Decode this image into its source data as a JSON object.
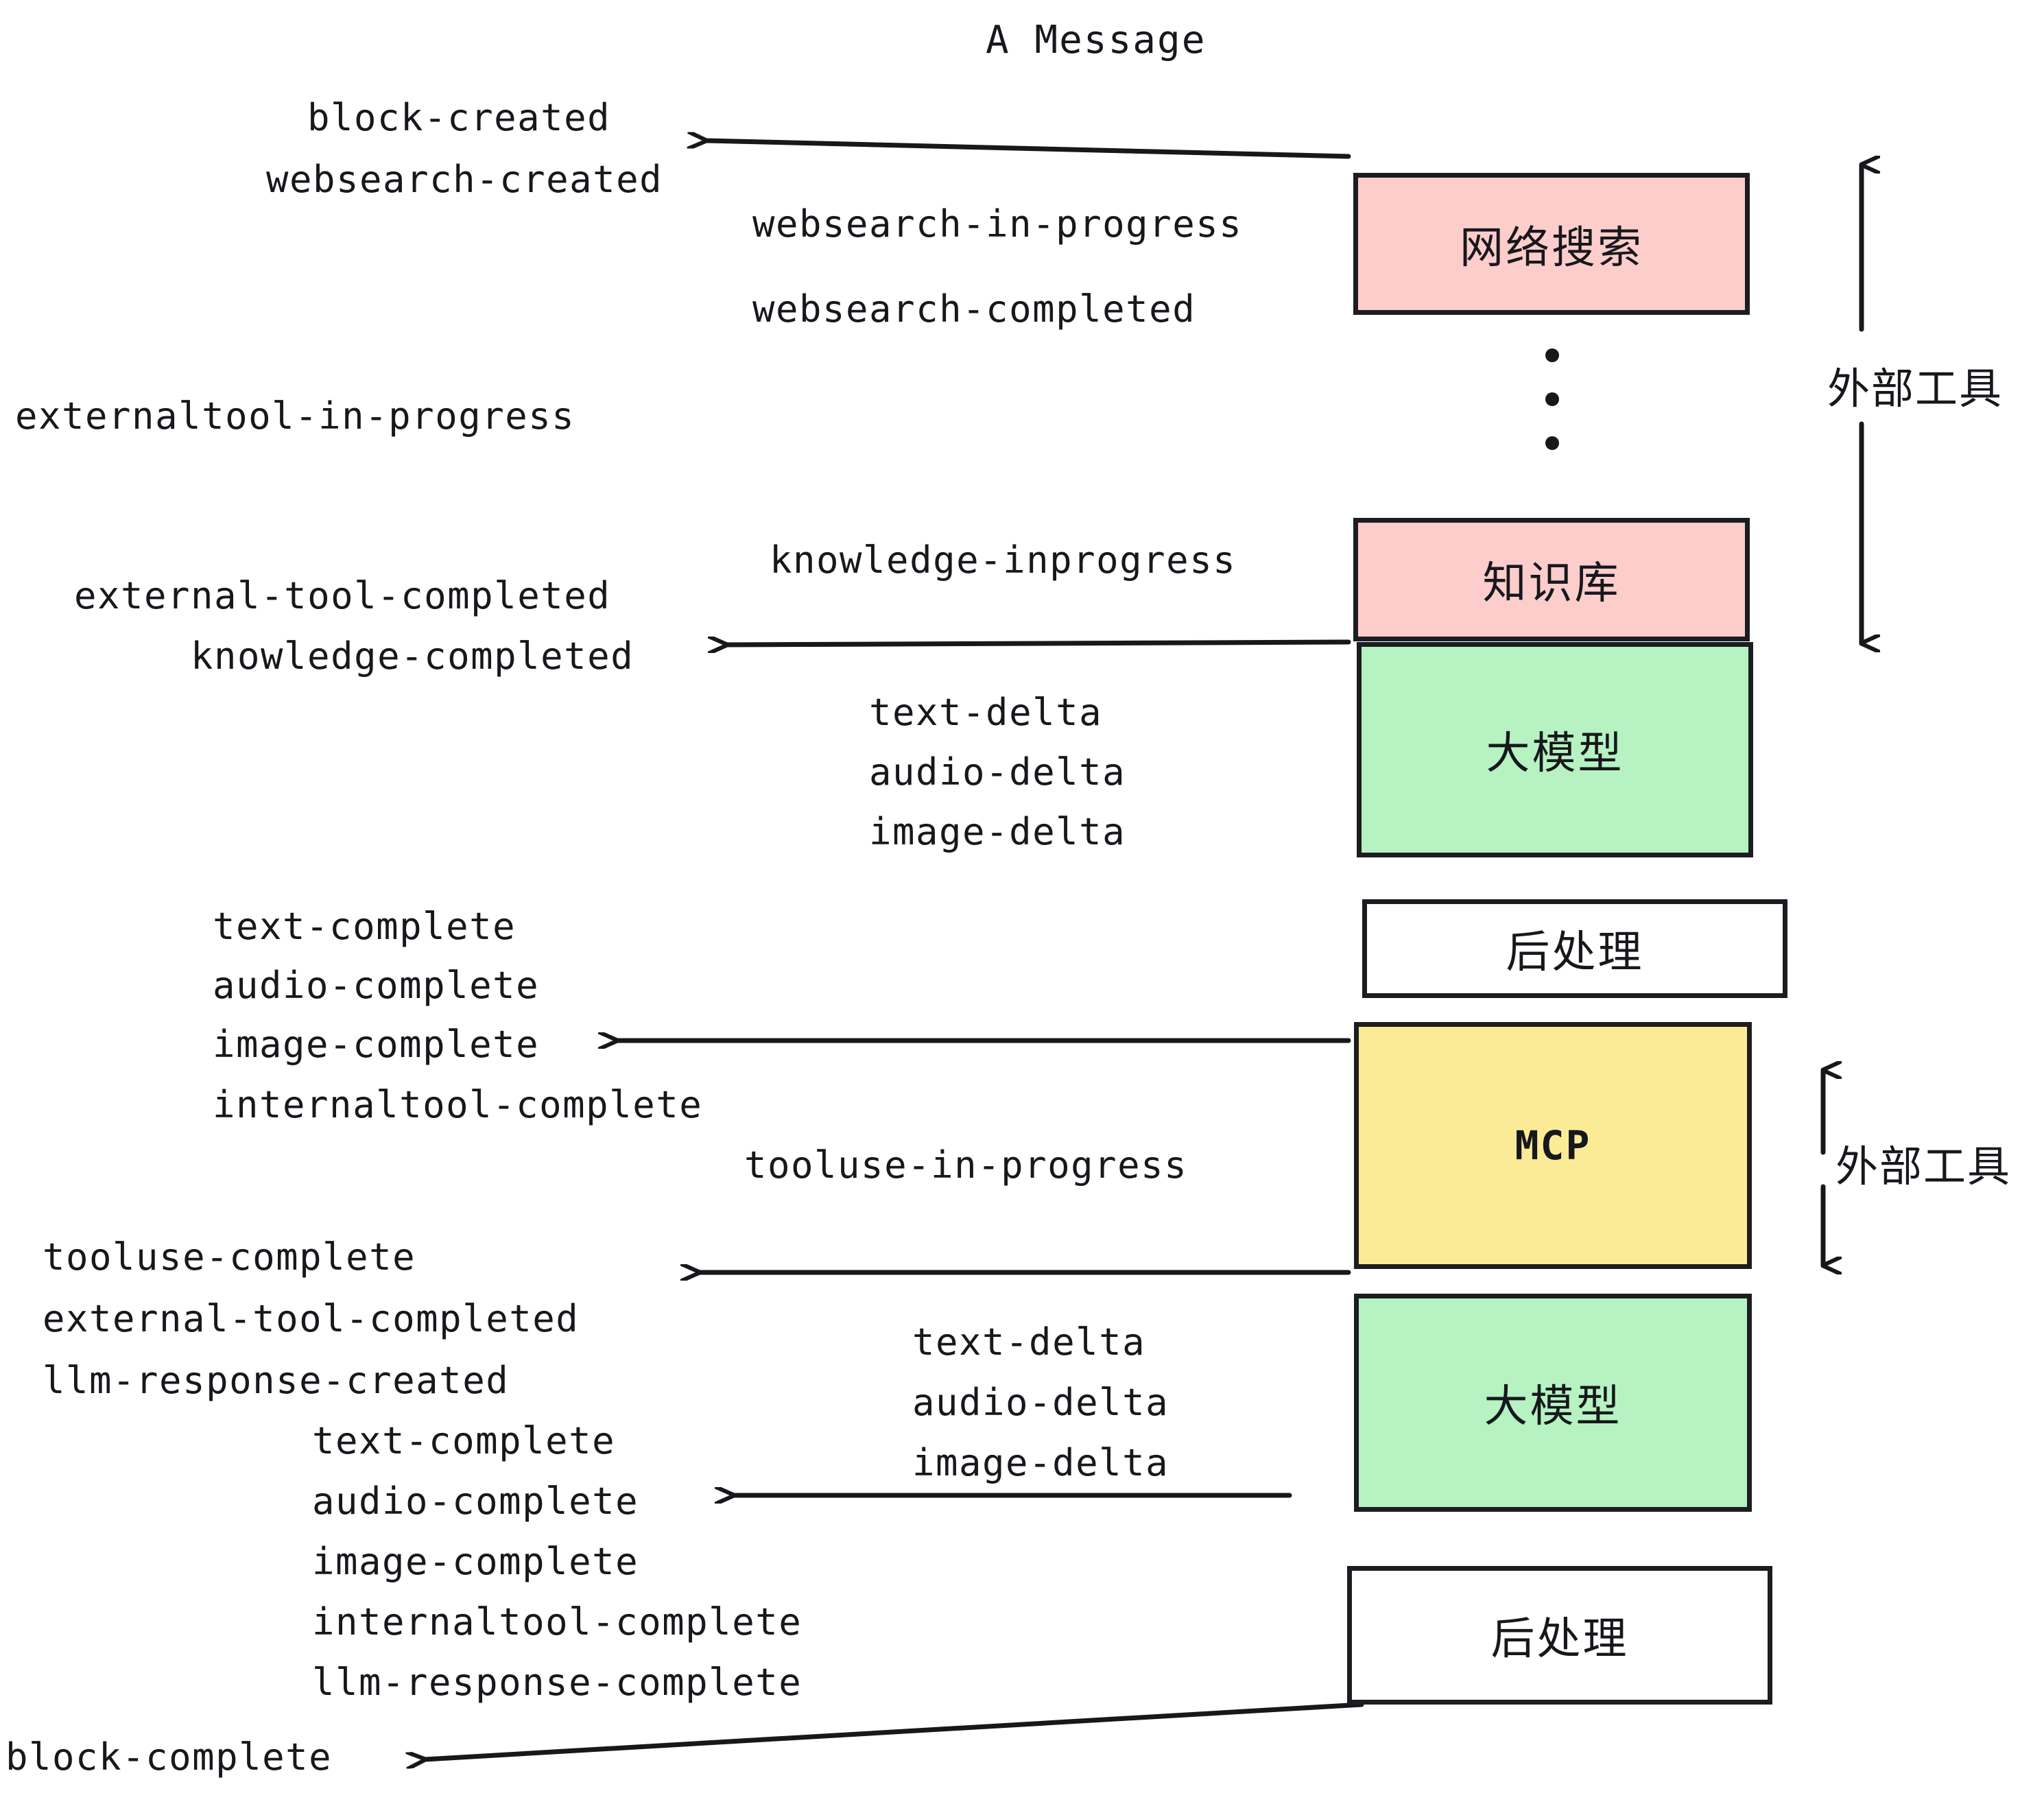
{
  "title": "A Message",
  "colors": {
    "pink": "#fdcdcb",
    "green": "#b6f2c2",
    "yellow": "#fceb96",
    "white": "#ffffff",
    "stroke": "#1b1d21",
    "text": "#16181c"
  },
  "nodes": [
    {
      "id": "websearch",
      "label": "网络搜索",
      "fill": "#fdcdcb",
      "script": "han"
    },
    {
      "id": "knowledge",
      "label": "知识库",
      "fill": "#fdcdcb",
      "script": "han"
    },
    {
      "id": "llm-1",
      "label": "大模型",
      "fill": "#b6f2c2",
      "script": "han"
    },
    {
      "id": "postprocess-1",
      "label": "后处理",
      "fill": "#ffffff",
      "script": "han"
    },
    {
      "id": "mcp",
      "label": "MCP",
      "fill": "#fceb96",
      "script": "latin"
    },
    {
      "id": "llm-2",
      "label": "大模型",
      "fill": "#b6f2c2",
      "script": "han"
    },
    {
      "id": "postprocess-2",
      "label": "后处理",
      "fill": "#ffffff",
      "script": "han"
    }
  ],
  "side_labels": [
    {
      "id": "external-tools-top",
      "text": "外部工具"
    },
    {
      "id": "external-tools-bottom",
      "text": "外部工具"
    }
  ],
  "events": [
    {
      "id": "block-created",
      "text": "block-created"
    },
    {
      "id": "websearch-created",
      "text": "websearch-created"
    },
    {
      "id": "websearch-in-progress",
      "text": "websearch-in-progress"
    },
    {
      "id": "websearch-completed",
      "text": "websearch-completed"
    },
    {
      "id": "externaltool-in-progress",
      "text": "externaltool-in-progress"
    },
    {
      "id": "knowledge-inprogress",
      "text": "knowledge-inprogress"
    },
    {
      "id": "external-tool-completed-1",
      "text": "external-tool-completed"
    },
    {
      "id": "knowledge-completed",
      "text": "knowledge-completed"
    },
    {
      "id": "text-delta-1",
      "text": "text-delta"
    },
    {
      "id": "audio-delta-1",
      "text": "audio-delta"
    },
    {
      "id": "image-delta-1",
      "text": "image-delta"
    },
    {
      "id": "text-complete-1",
      "text": "text-complete"
    },
    {
      "id": "audio-complete-1",
      "text": "audio-complete"
    },
    {
      "id": "image-complete-1",
      "text": "image-complete"
    },
    {
      "id": "internaltool-complete-1",
      "text": "internaltool-complete"
    },
    {
      "id": "tooluse-in-progress",
      "text": "tooluse-in-progress"
    },
    {
      "id": "tooluse-complete",
      "text": "tooluse-complete"
    },
    {
      "id": "external-tool-completed-2",
      "text": "external-tool-completed"
    },
    {
      "id": "llm-response-created",
      "text": "llm-response-created"
    },
    {
      "id": "text-delta-2",
      "text": "text-delta"
    },
    {
      "id": "audio-delta-2",
      "text": "audio-delta"
    },
    {
      "id": "image-delta-2",
      "text": "image-delta"
    },
    {
      "id": "text-complete-2",
      "text": "text-complete"
    },
    {
      "id": "audio-complete-2",
      "text": "audio-complete"
    },
    {
      "id": "image-complete-2",
      "text": "image-complete"
    },
    {
      "id": "internaltool-complete-2",
      "text": "internaltool-complete"
    },
    {
      "id": "llm-response-complete",
      "text": "llm-response-complete"
    },
    {
      "id": "block-complete",
      "text": "block-complete"
    }
  ],
  "ellipsis": {
    "id": "vertical-ellipsis",
    "dots": 3
  }
}
